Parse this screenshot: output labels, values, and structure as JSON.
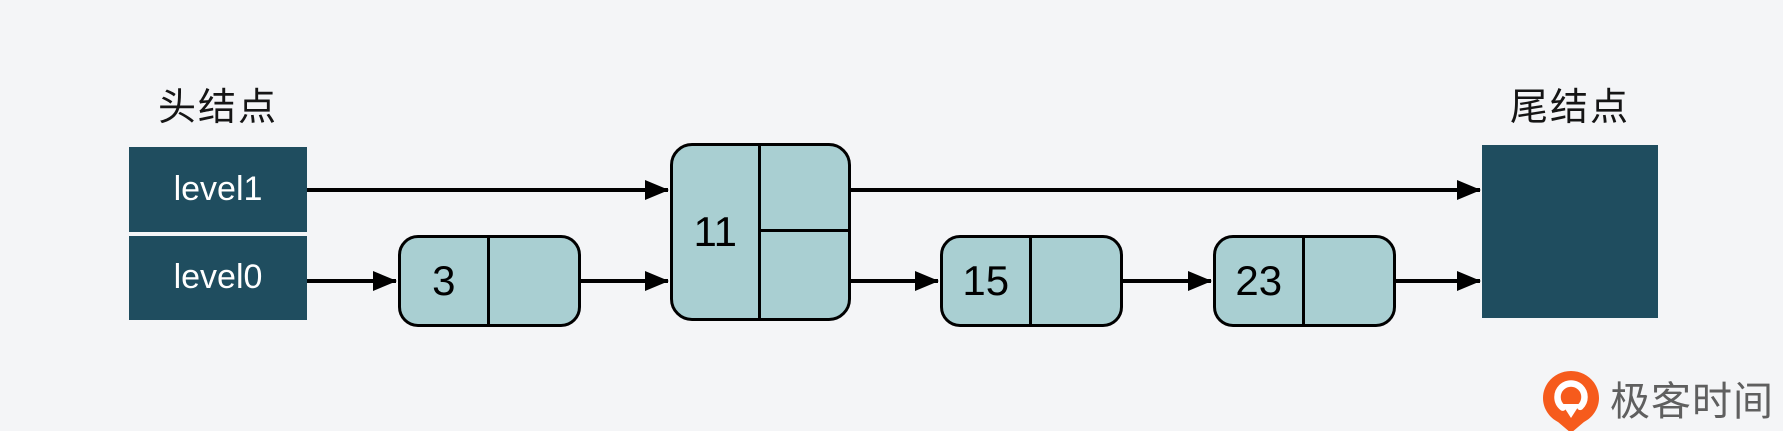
{
  "diagram": {
    "type": "skip-list",
    "head_label": "头结点",
    "tail_label": "尾结点",
    "head_levels": [
      {
        "label": "level1"
      },
      {
        "label": "level0"
      }
    ],
    "nodes": [
      {
        "value": "3",
        "levels": 1
      },
      {
        "value": "11",
        "levels": 2
      },
      {
        "value": "15",
        "levels": 1
      },
      {
        "value": "23",
        "levels": 1
      }
    ],
    "edges": [
      {
        "from": "head.level1",
        "to": "11.level1"
      },
      {
        "from": "11.level1",
        "to": "tail"
      },
      {
        "from": "head.level0",
        "to": "3"
      },
      {
        "from": "3",
        "to": "11.level0"
      },
      {
        "from": "11.level0",
        "to": "15"
      },
      {
        "from": "15",
        "to": "23"
      },
      {
        "from": "23",
        "to": "tail"
      }
    ]
  },
  "watermark": {
    "brand": "极客时间",
    "logo_icon": "geektime-logo"
  },
  "colors": {
    "background": "#f4f5f7",
    "node_fill": "#a9cfd2",
    "node_border": "#000000",
    "head_tail_fill": "#1f4d5f",
    "head_text": "#ffffff",
    "label_text": "#151515",
    "arrow": "#000000",
    "logo_orange": "#f65b1c",
    "brand_text": "#5f5f5f"
  }
}
